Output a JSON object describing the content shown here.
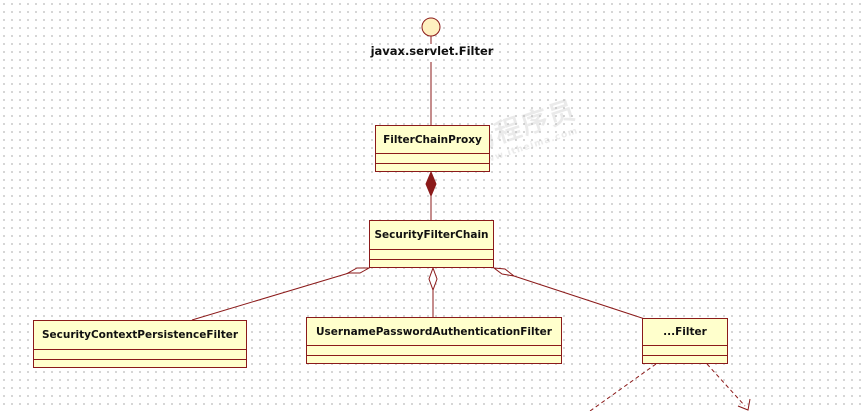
{
  "interface": {
    "name": "javax.servlet.Filter"
  },
  "classes": {
    "filter_chain_proxy": "FilterChainProxy",
    "security_filter_chain": "SecurityFilterChain",
    "security_context_persistence_filter": "SecurityContextPersistenceFilter",
    "username_password_authentication_filter": "UsernamePasswordAuthenticationFilter",
    "other_filter": "...Filter"
  },
  "watermark": {
    "text": "黑马程序员",
    "subtext": "www.itheima.com"
  },
  "colors": {
    "box_fill": "#ffffcc",
    "line": "#8b1a1a",
    "interface_fill": "#fff0c0"
  }
}
